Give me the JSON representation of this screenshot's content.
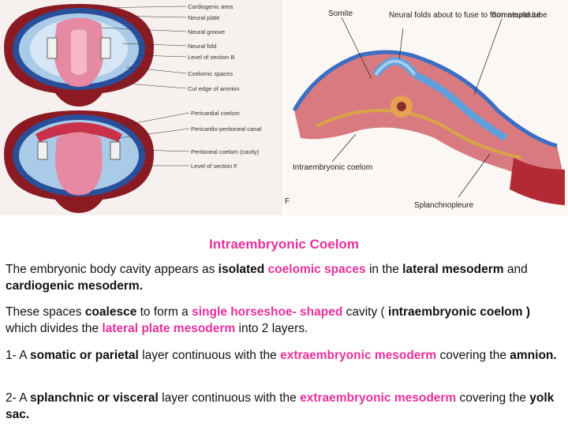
{
  "figure_left": {
    "labels": [
      "Cardiogenic area",
      "Neural plate",
      "Neural groove",
      "Neural fold",
      "Level of section B",
      "Coelomic spaces",
      "Cut edge of amnion",
      "Pericardial coelom",
      "Pericardio-peritoneal canal",
      "Peritoneal coelom (cavity)",
      "Level of section F"
    ]
  },
  "figure_right": {
    "labels": {
      "somite": "Somite",
      "neural_folds": "Neural folds about to fuse to form neural tube",
      "somatopleure": "Somatopleure",
      "intraembryonic_coelom": "Intraembryonic coelom",
      "splanchnopleure": "Splanchnopleure",
      "f": "F"
    }
  },
  "heading": "Intraembryonic Coelom",
  "p1": {
    "a": "The embryonic body cavity appears as ",
    "b": "isolated",
    "c": "coelomic spaces",
    "d": " in the ",
    "e": "lateral mesoderm",
    "f": " and ",
    "g": "cardiogenic mesoderm."
  },
  "p2": {
    "a": "These spaces ",
    "b": "coalesce",
    "c": " to form a ",
    "d": "single horseshoe- shaped",
    "e": " cavity ( ",
    "f": "intraembryonic coelom )",
    "g": " which divides the ",
    "h": "lateral plate mesoderm",
    "i": " into 2 layers."
  },
  "p3": {
    "a": "1- A ",
    "b": "somatic or parietal",
    "c": " layer continuous with the ",
    "d": "extraembryonic mesoderm",
    "e": " covering the ",
    "f": "amnion."
  },
  "p4": {
    "a": "2- A ",
    "b": "splanchnic or visceral",
    "c": " layer continuous with the ",
    "d": "extraembryonic mesoderm",
    "e": " covering the ",
    "f": "yolk sac."
  },
  "colors": {
    "accent": "#e8309a",
    "text": "#111111"
  }
}
